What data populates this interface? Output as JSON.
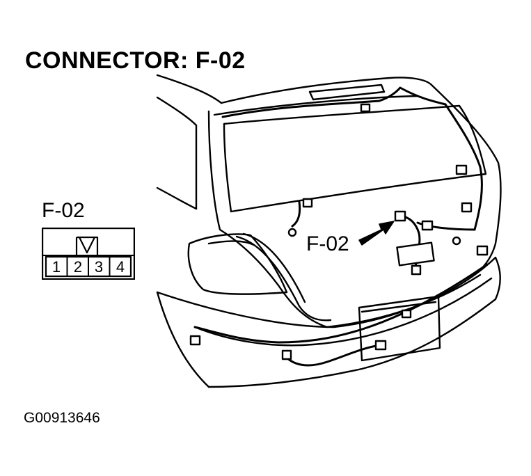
{
  "diagram": {
    "title": "CONNECTOR: F-02",
    "figure_id": "G00913646",
    "connector_face": {
      "label": "F-02",
      "pins": [
        "1",
        "2",
        "3",
        "4"
      ]
    },
    "callout": {
      "label": "F-02"
    }
  }
}
